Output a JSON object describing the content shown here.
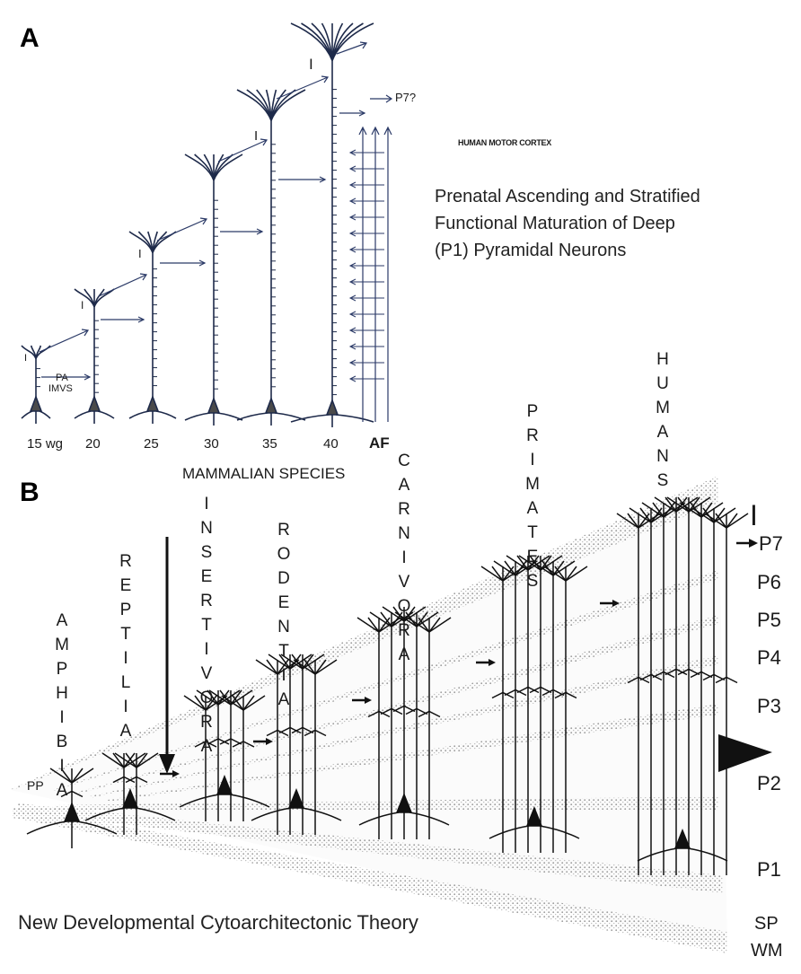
{
  "panel_a": {
    "label": "A",
    "header": "HUMAN MOTOR CORTEX",
    "title_lines": [
      "Prenatal Ascending and Stratified",
      "Functional Maturation of  Deep",
      "(P1) Pyramidal Neurons"
    ],
    "layer_marker": "I",
    "pa_label": "PA",
    "imvs_label": "IMVS",
    "p7_label": "P7?",
    "ages": [
      "15 wg",
      "20",
      "25",
      "30",
      "35",
      "40"
    ],
    "af_label": "AF"
  },
  "panel_b": {
    "label": "B",
    "header": "MAMMALIAN SPECIES",
    "species": [
      "AMPHIBIA",
      "REPTILIA",
      "INSERTIVORA",
      "RODENTIA",
      "CARNIVORA",
      "PRIMATES",
      "HUMANS"
    ],
    "pp_label": "PP",
    "layers": [
      "I",
      "P7",
      "P6",
      "P5",
      "P4",
      "P3",
      "P2",
      "P1",
      "SP",
      "WM"
    ],
    "footer": "New Developmental Cytoarchitectonic Theory"
  },
  "colors": {
    "ink": "#1a1a1a",
    "stipple": "#cfcfcf",
    "line_blue": "#2b3a67"
  }
}
